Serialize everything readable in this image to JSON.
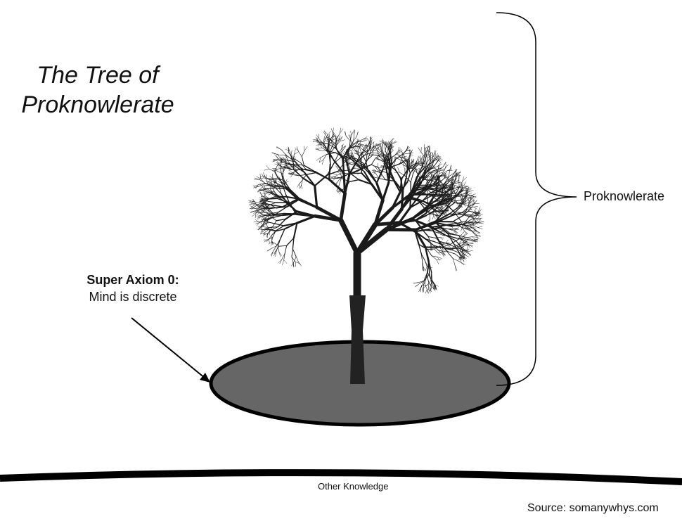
{
  "title": {
    "line1": "The Tree of",
    "line2": "Proknowlerate"
  },
  "axiom": {
    "heading": "Super Axiom 0:",
    "text": "Mind is discrete"
  },
  "brace_label": "Proknowlerate",
  "ground_label": "Other Knowledge",
  "source": "Source: somanywhys.com",
  "colors": {
    "ellipse_fill": "#666666",
    "stroke": "#000000"
  }
}
